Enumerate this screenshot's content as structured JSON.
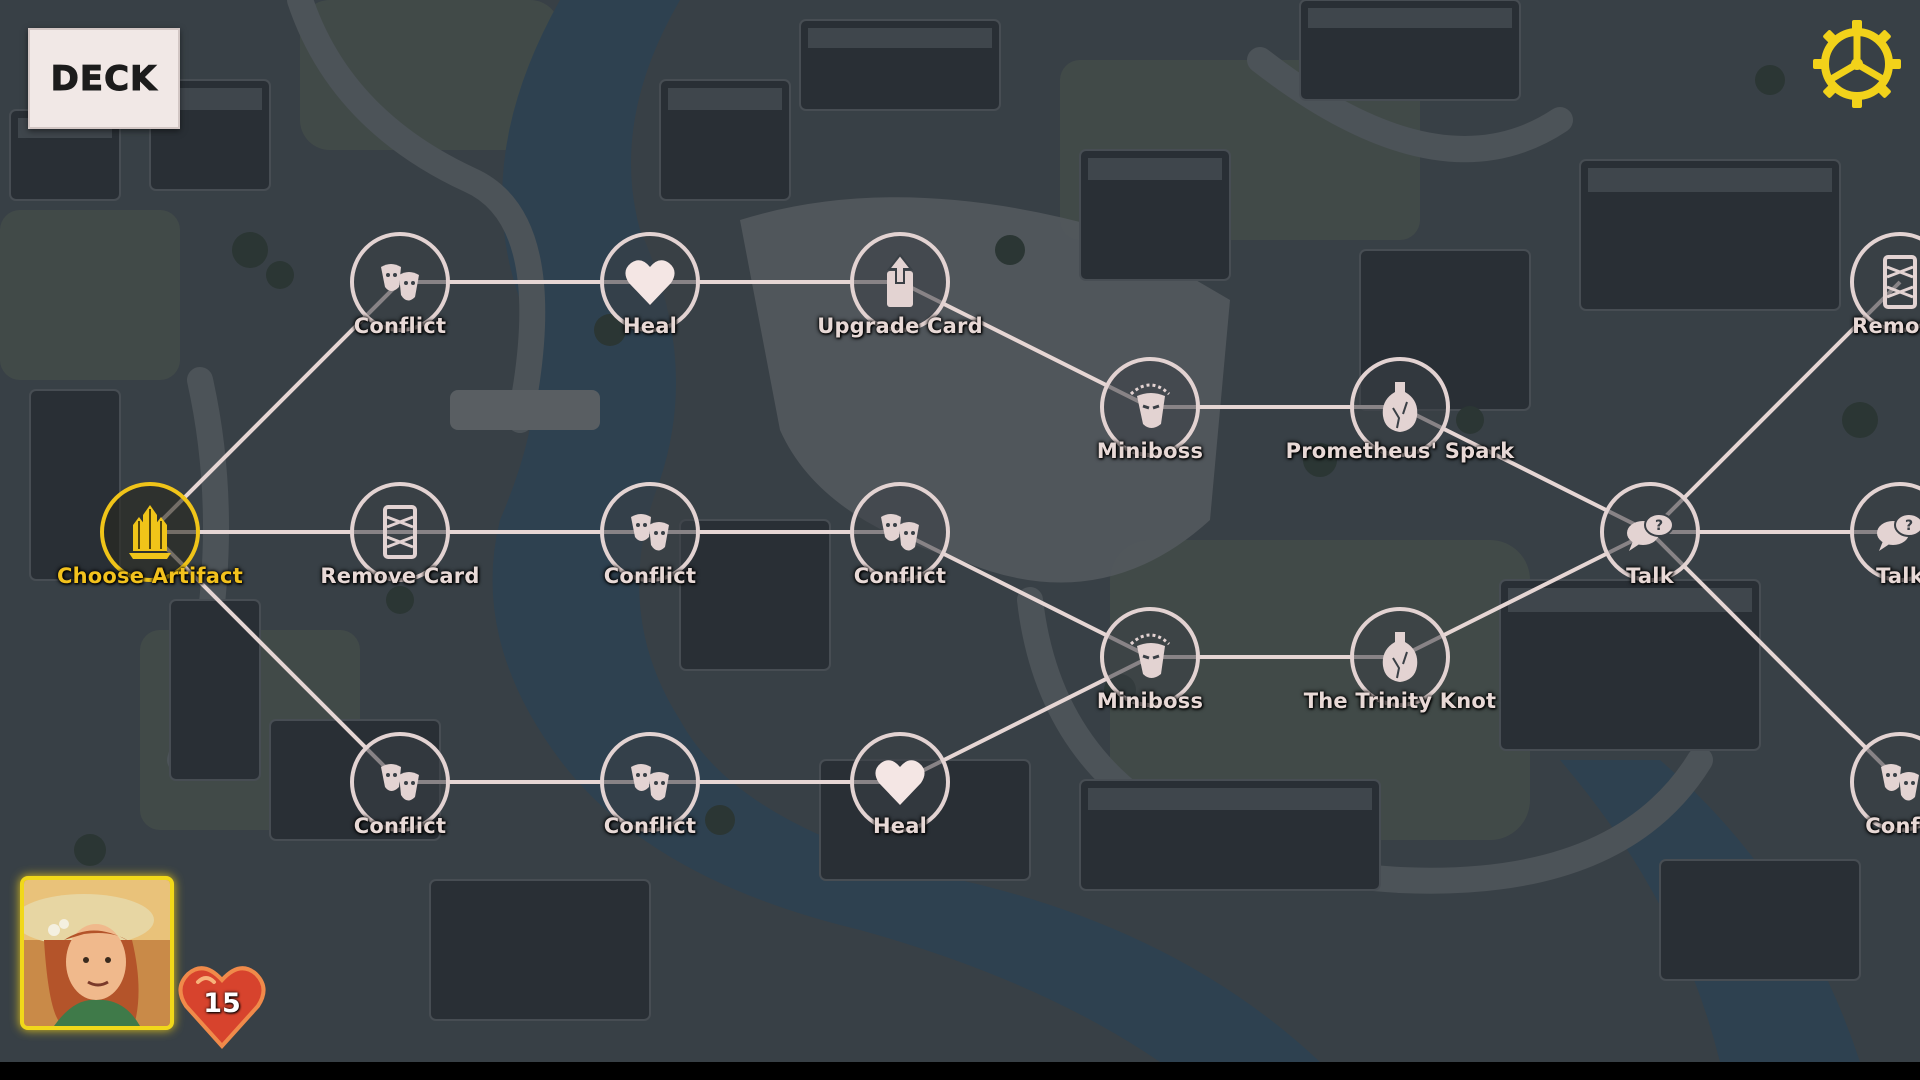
{
  "deck_button": {
    "label": "DECK"
  },
  "settings_icon": "gear-icon",
  "player": {
    "health": "15",
    "portrait_icon": "heroine-portrait"
  },
  "colors": {
    "node_border": "#e3d3d2",
    "active_node": "#f0c419",
    "path_line": "#e6d6d4",
    "label_text": "#e8d9d6",
    "active_label_text": "#f3c21d",
    "health_heart": "#d7432d"
  },
  "nodes": [
    {
      "id": "choose-artifact",
      "label": "Choose Artifact",
      "icon": "crystal-icon",
      "active": true
    },
    {
      "id": "conflict-1",
      "label": "Conflict",
      "icon": "masks-icon",
      "active": false
    },
    {
      "id": "remove-card-1",
      "label": "Remove Card",
      "icon": "torn-card-icon",
      "active": false
    },
    {
      "id": "conflict-2",
      "label": "Conflict",
      "icon": "masks-icon",
      "active": false
    },
    {
      "id": "heal-1",
      "label": "Heal",
      "icon": "heart-icon",
      "active": false
    },
    {
      "id": "conflict-3",
      "label": "Conflict",
      "icon": "masks-icon",
      "active": false
    },
    {
      "id": "conflict-4",
      "label": "Conflict",
      "icon": "masks-icon",
      "active": false
    },
    {
      "id": "upgrade-card",
      "label": "Upgrade Card",
      "icon": "upgrade-card-icon",
      "active": false
    },
    {
      "id": "conflict-5",
      "label": "Conflict",
      "icon": "masks-icon",
      "active": false
    },
    {
      "id": "heal-2",
      "label": "Heal",
      "icon": "heart-icon",
      "active": false
    },
    {
      "id": "miniboss-1",
      "label": "Miniboss",
      "icon": "miniboss-face-icon",
      "active": false
    },
    {
      "id": "miniboss-2",
      "label": "Miniboss",
      "icon": "miniboss-face-icon",
      "active": false
    },
    {
      "id": "prometheus-spark",
      "label": "Prometheus' Spark",
      "icon": "vase-icon",
      "active": false
    },
    {
      "id": "trinity-knot",
      "label": "The Trinity Knot",
      "icon": "vase-icon",
      "active": false
    },
    {
      "id": "talk-1",
      "label": "Talk",
      "icon": "speech-bubbles-icon",
      "active": false
    },
    {
      "id": "remove-card-2",
      "label": "Remove",
      "icon": "torn-card-icon",
      "active": false
    },
    {
      "id": "talk-2",
      "label": "Talk",
      "icon": "speech-bubbles-icon",
      "active": false
    },
    {
      "id": "conflict-6",
      "label": "Confli",
      "icon": "masks-icon",
      "active": false
    }
  ],
  "connections": [
    [
      "choose-artifact",
      "conflict-1"
    ],
    [
      "choose-artifact",
      "remove-card-1"
    ],
    [
      "choose-artifact",
      "conflict-2"
    ],
    [
      "conflict-1",
      "heal-1"
    ],
    [
      "heal-1",
      "upgrade-card"
    ],
    [
      "upgrade-card",
      "miniboss-1"
    ],
    [
      "remove-card-1",
      "conflict-3"
    ],
    [
      "conflict-3",
      "conflict-4"
    ],
    [
      "conflict-4",
      "miniboss-2"
    ],
    [
      "conflict-2",
      "conflict-5"
    ],
    [
      "conflict-5",
      "heal-2"
    ],
    [
      "heal-2",
      "miniboss-2"
    ],
    [
      "miniboss-1",
      "prometheus-spark"
    ],
    [
      "miniboss-2",
      "trinity-knot"
    ],
    [
      "prometheus-spark",
      "talk-1"
    ],
    [
      "trinity-knot",
      "talk-1"
    ],
    [
      "talk-1",
      "remove-card-2"
    ],
    [
      "talk-1",
      "talk-2"
    ],
    [
      "talk-1",
      "conflict-6"
    ]
  ]
}
